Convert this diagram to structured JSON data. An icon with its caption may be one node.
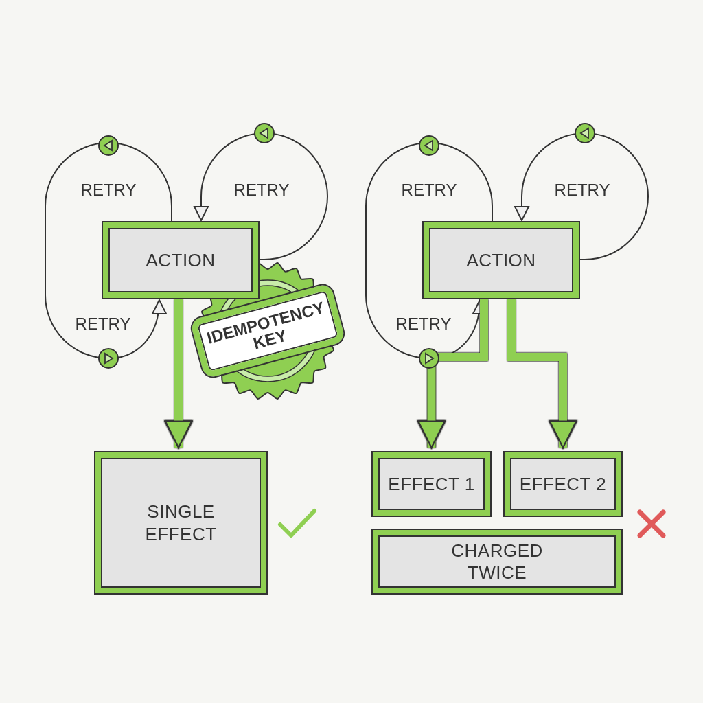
{
  "diagram": {
    "nodes": [
      {
        "text": [
          "ACTION"
        ]
      },
      {
        "text": [
          "IDEMPOTENCY KEY"
        ]
      },
      {
        "text": [
          "SINGLE EFFECT"
        ]
      },
      {
        "text": [
          "ACTION"
        ]
      },
      {
        "text": [
          "EFFECT 1"
        ]
      },
      {
        "text": [
          "EFFECT 2"
        ]
      },
      {
        "text": [
          "CHARGED TWICE"
        ]
      }
    ],
    "edges": [
      {
        "from": 0,
        "to": 0,
        "arrow": "to",
        "label": "RETRY"
      },
      {
        "from": 0,
        "to": 0,
        "arrow": "to",
        "label": "RETRY"
      },
      {
        "from": 0,
        "to": 2,
        "arrow": "to",
        "style": "thick",
        "color": "#8fcf52"
      },
      {
        "from": 3,
        "to": 3,
        "arrow": "to",
        "label": "RETRY"
      },
      {
        "from": 3,
        "to": 3,
        "arrow": "to",
        "label": "RETRY"
      },
      {
        "from": 3,
        "to": 4,
        "arrow": "to",
        "style": "thick",
        "color": "#8fcf52"
      },
      {
        "from": 3,
        "to": 5,
        "arrow": "to",
        "style": "thick",
        "color": "#8fcf52"
      }
    ],
    "labels": [
      "RETRY",
      "RETRY"
    ]
  }
}
